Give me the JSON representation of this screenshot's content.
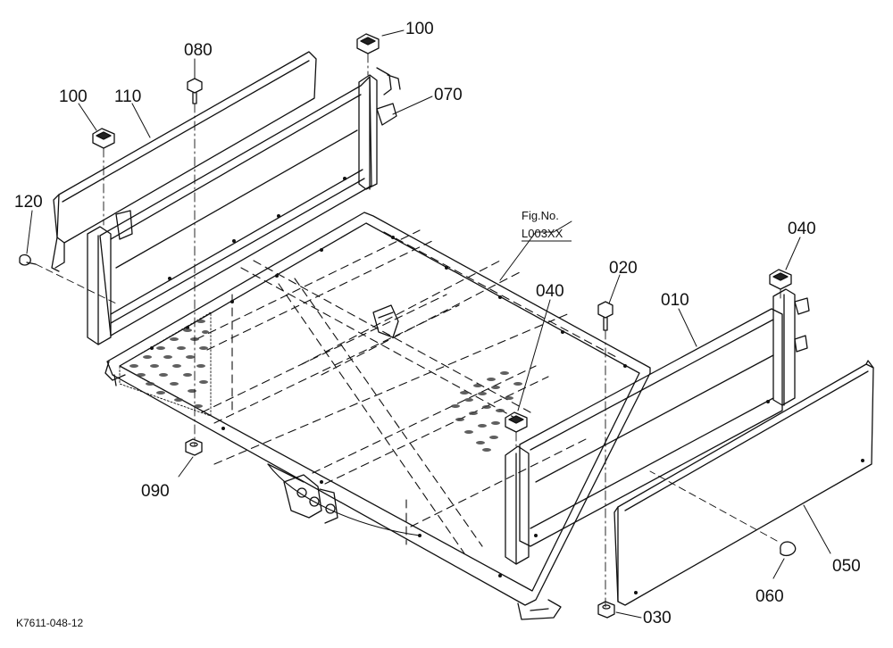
{
  "callouts": {
    "c100_top": "100",
    "c080": "080",
    "c100_left": "100",
    "c110": "110",
    "c070": "070",
    "c120": "120",
    "c040_right": "040",
    "c020": "020",
    "c010": "010",
    "c040_mid": "040",
    "c090": "090",
    "c050": "050",
    "c060": "060",
    "c030": "030"
  },
  "reference": {
    "fig_no_label": "Fig.No.",
    "fig_no_value": "L003XX"
  },
  "drawing_code": "K7611-048-12",
  "colors": {
    "line": "#111111",
    "background": "#ffffff"
  }
}
